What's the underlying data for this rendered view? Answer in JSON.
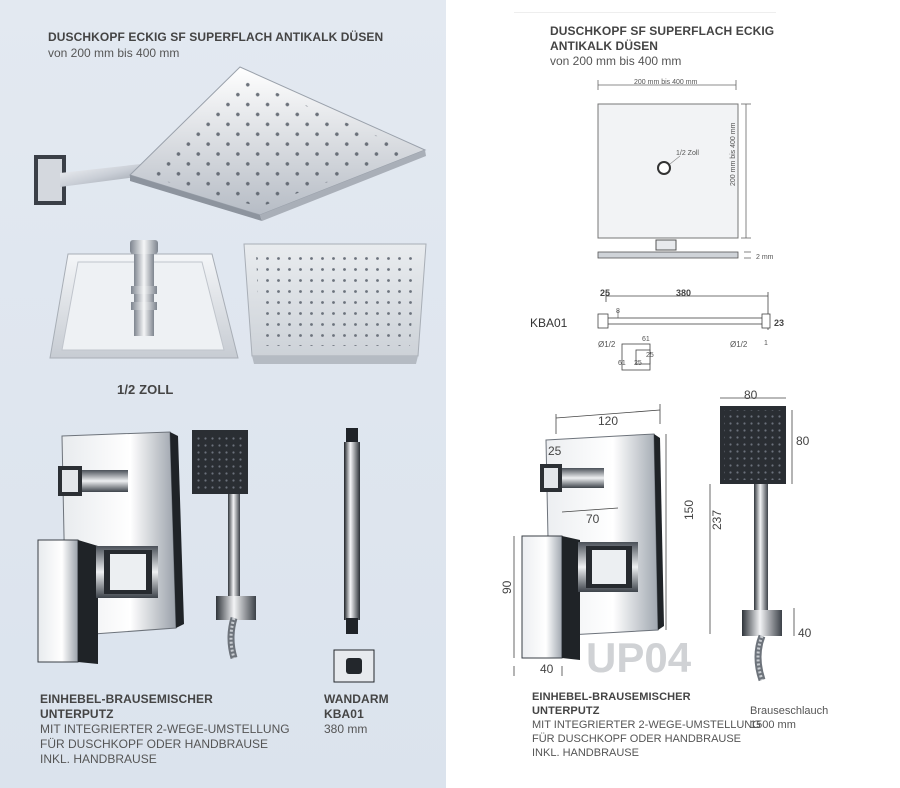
{
  "left": {
    "title": "DUSCHKOPF ECKIG SF SUPERFLACH ANTIKALK DÜSEN",
    "subtitle": "von 200 mm bis 400 mm",
    "zoll_label": "1/2 ZOLL",
    "mixer_title_1": "EINHEBEL-BRAUSEMISCHER",
    "mixer_title_2": "UNTERPUTZ",
    "mixer_desc_1": "MIT INTEGRIERTER 2-WEGE-UMSTELLUNG",
    "mixer_desc_2": "FÜR DUSCHKOPF ODER HANDBRAUSE",
    "mixer_desc_3": "INKL. HANDBRAUSE",
    "arm_title_1": "WANDARM",
    "arm_title_2": "KBA01",
    "arm_length": "380 mm"
  },
  "right": {
    "title_1": "DUSCHKOPF SF SUPERFLACH ECKIG",
    "title_2": "ANTIKALK DÜSEN",
    "subtitle": "von 200 mm bis 400 mm",
    "head_width": "200 mm bis 400 mm",
    "head_height": "200 mm bis 400 mm",
    "head_zoll": "1/2 Zoll",
    "head_thickness": "2 mm",
    "kba_label": "KBA01",
    "kba_25": "25",
    "kba_380": "380",
    "kba_8": "8",
    "kba_23": "23",
    "kba_d12a": "Ø1/2",
    "kba_d12b": "Ø1/2",
    "kba_61a": "61",
    "kba_25b": "25",
    "kba_61b": "61",
    "kba_25c": "25",
    "kba_1": "1",
    "dim_120": "120",
    "dim_25": "25",
    "dim_70": "70",
    "dim_150": "150",
    "dim_90": "90",
    "dim_40a": "40",
    "dim_80a": "80",
    "dim_80b": "80",
    "dim_237": "237",
    "dim_40b": "40",
    "model": "UP04",
    "mixer_title_1": "EINHEBEL-BRAUSEMISCHER",
    "mixer_title_2": "UNTERPUTZ",
    "mixer_desc_1": "MIT INTEGRIERTER 2-WEGE-UMSTELLUNG",
    "mixer_desc_2": "FÜR DUSCHKOPF ODER HANDBRAUSE",
    "mixer_desc_3": "INKL. HANDBRAUSE",
    "hose_label_1": "Brauseschlauch",
    "hose_label_2": "1500 mm"
  }
}
